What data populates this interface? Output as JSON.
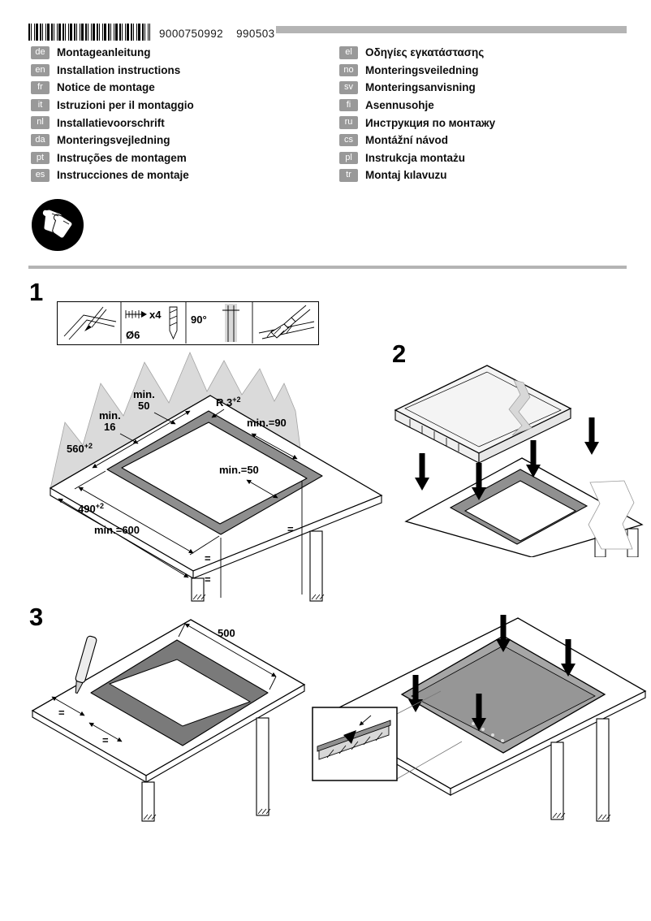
{
  "header": {
    "doc_number": "9000750992",
    "doc_code": "990503"
  },
  "languages": {
    "left": [
      {
        "code": "de",
        "label": "Montageanleitung"
      },
      {
        "code": "en",
        "label": "Installation instructions"
      },
      {
        "code": "fr",
        "label": "Notice de montage"
      },
      {
        "code": "it",
        "label": "Istruzioni per il montaggio"
      },
      {
        "code": "nl",
        "label": "Installatievoorschrift"
      },
      {
        "code": "da",
        "label": "Monteringsvejledning"
      },
      {
        "code": "pt",
        "label": "Instruções de montagem"
      },
      {
        "code": "es",
        "label": "Instrucciones de montaje"
      }
    ],
    "right": [
      {
        "code": "el",
        "label": "Οδηγίες εγκατάστασης"
      },
      {
        "code": "no",
        "label": "Monteringsveiledning"
      },
      {
        "code": "sv",
        "label": "Monteringsanvisning"
      },
      {
        "code": "fi",
        "label": "Asennusohje"
      },
      {
        "code": "ru",
        "label": "Инструкция по монтажу"
      },
      {
        "code": "cs",
        "label": "Montážní návod"
      },
      {
        "code": "pl",
        "label": "Instrukcja montażu"
      },
      {
        "code": "tr",
        "label": "Montaj kılavuzu"
      }
    ]
  },
  "step1": {
    "number": "1",
    "tools": {
      "screw_count": "x4",
      "drill_diameter": "Ø6",
      "drill_angle": "90°"
    },
    "dims": {
      "min_50_a": "min.",
      "min_50_b": "50",
      "min_16_a": "min.",
      "min_16_b": "16",
      "radius": "R 3",
      "radius_sup": "+2",
      "min_90": "min.=90",
      "depth": "560",
      "depth_sup": "+2",
      "min_50": "min.=50",
      "width": "490",
      "width_sup": "+2",
      "min_600": "min.=600",
      "equal": "="
    }
  },
  "step2": {
    "number": "2"
  },
  "step3": {
    "number": "3",
    "dims": {
      "width": "500",
      "equal": "="
    }
  }
}
